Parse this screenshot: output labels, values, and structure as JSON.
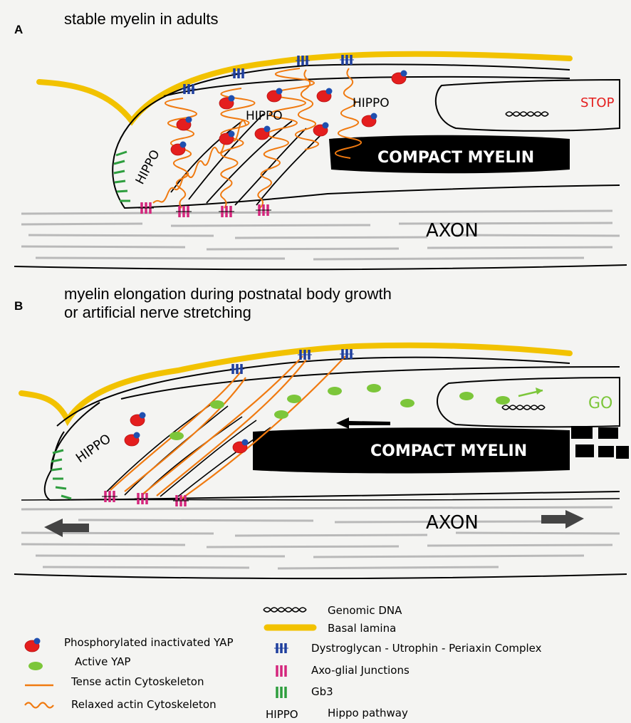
{
  "panel_a": {
    "letter": "A",
    "title": "stable myelin in adults",
    "compact_myelin": "COMPACT MYELIN",
    "axon": "AXON",
    "stop": "STOP",
    "hippo_labels": [
      "HIPPO",
      "HIPPO",
      "HIPPO"
    ]
  },
  "panel_b": {
    "letter": "B",
    "title_line1": "myelin elongation during postnatal body growth",
    "title_line2": "or artificial nerve stretching",
    "compact_myelin": "COMPACT MYELIN",
    "axon": "AXON",
    "go": "GO",
    "hippo_label": "HIPPO"
  },
  "legend": {
    "items": [
      {
        "symbol": "dna-icon",
        "label": "Genomic DNA"
      },
      {
        "symbol": "basal-lamina-icon",
        "label": "Basal lamina"
      },
      {
        "symbol": "phospho-yap-icon",
        "label": "Phosphorylated inactivated YAP"
      },
      {
        "symbol": "dystroglycan-icon",
        "label": "Dystroglycan - Utrophin - Periaxin Complex"
      },
      {
        "symbol": "active-yap-icon",
        "label": "Active YAP"
      },
      {
        "symbol": "axo-glial-icon",
        "label": "Axo-glial Junctions"
      },
      {
        "symbol": "tense-actin-icon",
        "label": "Tense actin Cytoskeleton"
      },
      {
        "symbol": "gb3-icon",
        "label": "Gb3"
      },
      {
        "symbol": "relaxed-actin-icon",
        "label": "Relaxed actin Cytoskeleton"
      },
      {
        "symbol": "hippo-key",
        "label": "HIPPO"
      },
      {
        "symbol": "hippo-pathway",
        "label": "Hippo pathway"
      }
    ]
  },
  "colors": {
    "basal_lamina": "#f2c200",
    "dystroglycan": "#1f3f9e",
    "axo_glial": "#d4267d",
    "gb3": "#2e9e3e",
    "yap_phospho": "#e41e1e",
    "yap_phosphate": "#1f4fb0",
    "yap_active": "#7cc63a",
    "actin": "#f07a10",
    "stop": "#e41e1e",
    "go": "#7cc63a",
    "axon_lines": "#b9b9b9"
  }
}
